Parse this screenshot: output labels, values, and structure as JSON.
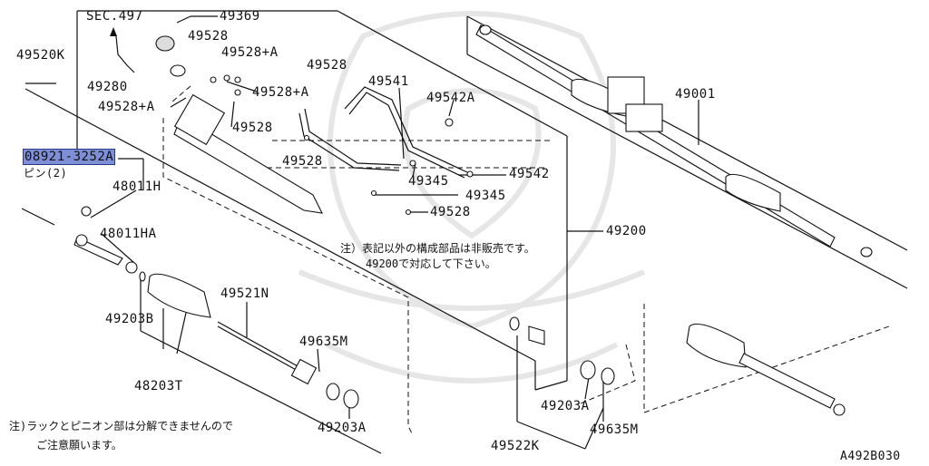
{
  "labels": {
    "sec497": "SEC.497",
    "p49369": "49369",
    "p49528_a": "49528",
    "p49528A_a": "49528+A",
    "p49280": "49280",
    "p49528A_b": "49528+A",
    "p49528_b": "49528",
    "p49528A_c": "49528+A",
    "p49528_c": "49528",
    "p49541": "49541",
    "p49542A": "49542A",
    "p49528_d": "49528",
    "p49542": "49542",
    "p49345_a": "49345",
    "p49345_b": "49345",
    "p49528_e": "49528",
    "p49520K": "49520K",
    "p08921": "08921-3252A",
    "pin": "ピン(2)",
    "p48011H": "48011H",
    "p48011HA": "48011HA",
    "p49203B": "49203B",
    "p48203T": "48203T",
    "p49521N": "49521N",
    "p49635M_a": "49635M",
    "p49203A_a": "49203A",
    "p49001": "49001",
    "p49200": "49200",
    "p49522K": "49522K",
    "p49203A_b": "49203A",
    "p49635M_b": "49635M",
    "diagram_code": "A492B030"
  },
  "notes": {
    "note1_line1": "注）表記以外の構成部品は非販売です。",
    "note1_line2": "49200で対応して下さい。",
    "note2_line1": "注)ラックとピニオン部は分解できませんので",
    "note2_line2": "ご注意願います。"
  },
  "highlight_color": "#7e8fd6"
}
